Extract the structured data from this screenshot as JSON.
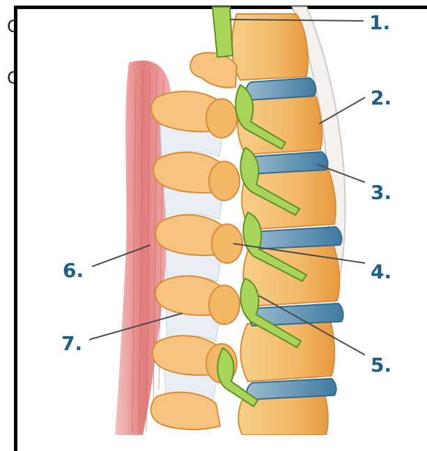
{
  "side_text": [
    "C",
    "C"
  ],
  "labels": [
    "1.",
    "2.",
    "3.",
    "4.",
    "5.",
    "6.",
    "7."
  ]
}
